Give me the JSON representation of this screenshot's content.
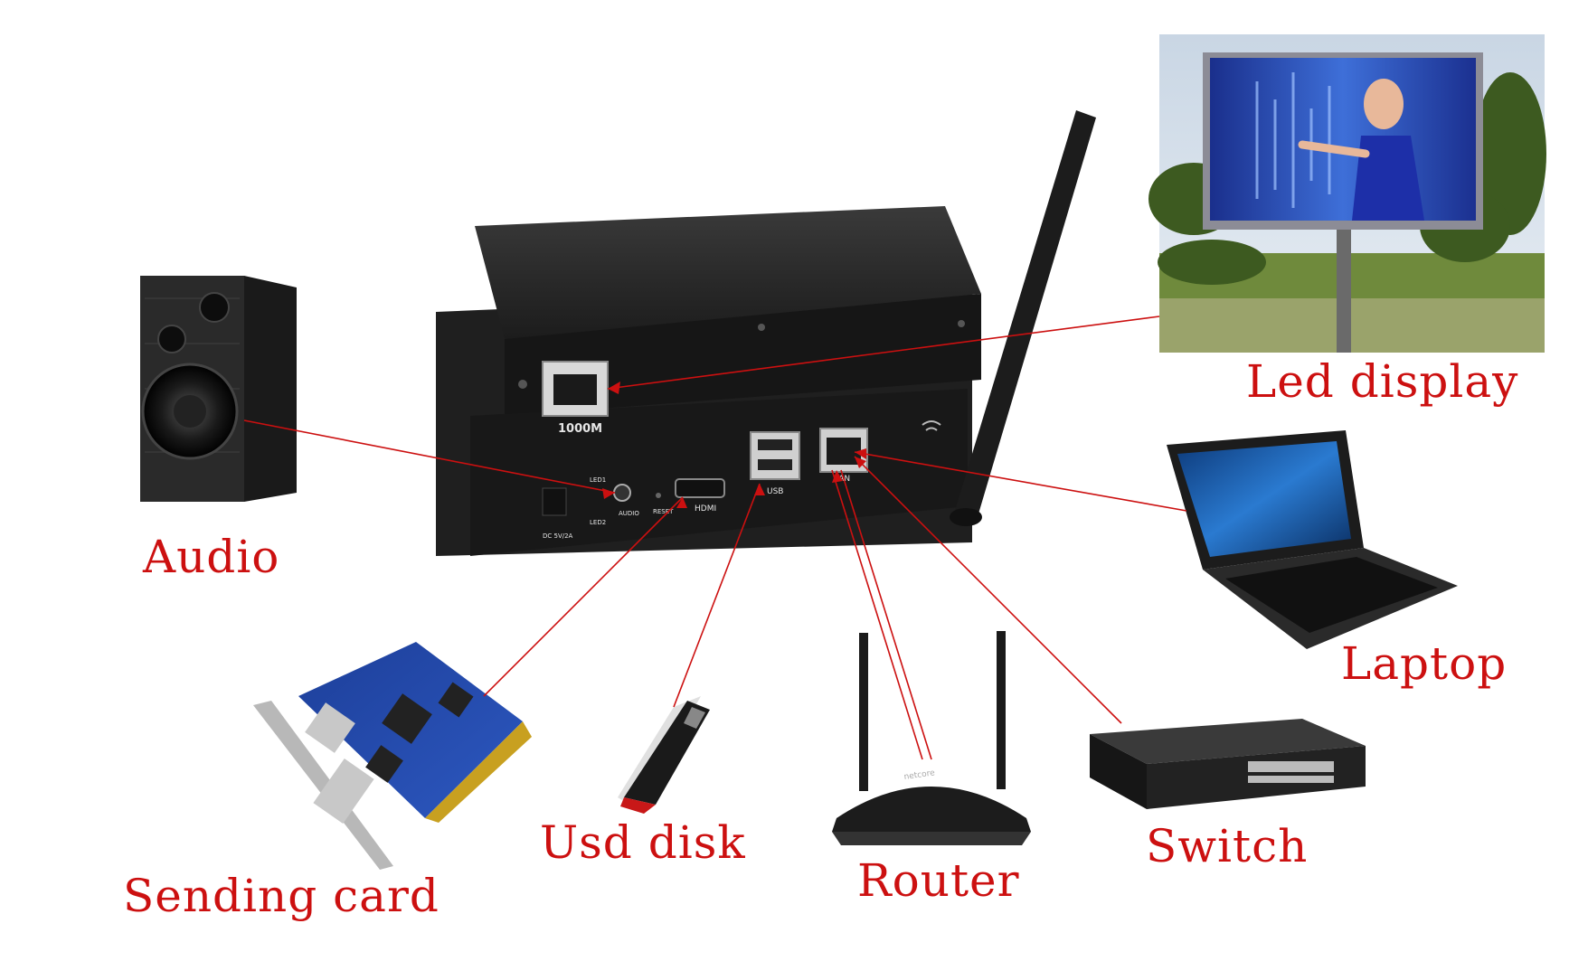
{
  "diagram": {
    "line_color": "#cc1010",
    "label_color": "#cc1010",
    "device": {
      "ports": {
        "top_rj45": "1000M",
        "led1": "LED1",
        "led2": "LED2",
        "audio": "AUDIO",
        "reset": "RESET",
        "hdmi": "HDMI",
        "usb": "USB",
        "lan": "LAN",
        "dc": "DC 5V/2A"
      }
    },
    "peripherals": [
      {
        "id": "led-display",
        "label": "Led display",
        "icon": "billboard-icon"
      },
      {
        "id": "audio",
        "label": "Audio",
        "icon": "speaker-icon"
      },
      {
        "id": "laptop",
        "label": "Laptop",
        "icon": "laptop-icon"
      },
      {
        "id": "sending-card",
        "label": "Sending card",
        "icon": "pci-card-icon"
      },
      {
        "id": "usd-disk",
        "label": "Usd disk",
        "icon": "usb-drive-icon"
      },
      {
        "id": "router",
        "label": "Router",
        "icon": "router-icon"
      },
      {
        "id": "switch",
        "label": "Switch",
        "icon": "network-switch-icon"
      }
    ]
  }
}
